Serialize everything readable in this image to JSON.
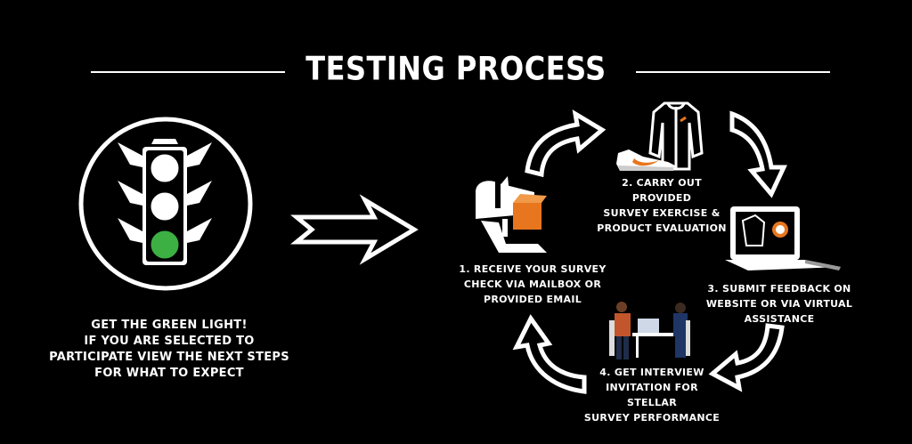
{
  "title": "TESTING PROCESS",
  "intro": {
    "lines": [
      "GET THE GREEN LIGHT!",
      "IF YOU ARE SELECTED TO",
      "PARTICIPATE VIEW THE NEXT STEPS",
      "FOR WHAT TO EXPECT"
    ]
  },
  "steps": [
    {
      "lines": [
        "1. RECEIVE YOUR SURVEY",
        "CHECK VIA MAILBOX OR",
        "PROVIDED EMAIL"
      ]
    },
    {
      "lines": [
        "2. CARRY OUT PROVIDED",
        "SURVEY EXERCISE &",
        "PRODUCT EVALUATION"
      ]
    },
    {
      "lines": [
        "3. SUBMIT FEEDBACK ON",
        "WEBSITE OR VIA VIRTUAL",
        "ASSISTANCE"
      ]
    },
    {
      "lines": [
        "4. GET INTERVIEW",
        "INVITATION FOR STELLAR",
        "SURVEY PERFORMANCE"
      ]
    }
  ],
  "colors": {
    "background": "#000000",
    "foreground": "#ffffff",
    "green_light": "#3cb043",
    "accent_orange": "#e8761e"
  },
  "icons": [
    "traffic-light-icon",
    "mailbox-icon",
    "jacket-icon",
    "sneaker-icon",
    "laptop-icon",
    "interview-icon"
  ]
}
